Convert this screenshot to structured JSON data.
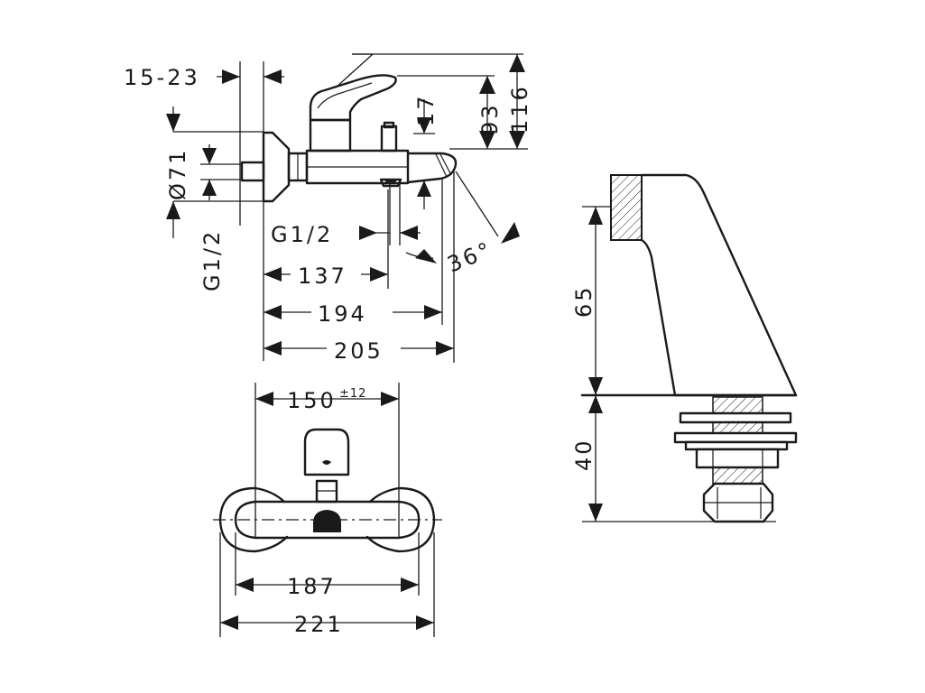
{
  "labels": {
    "d_15_23": "15-23",
    "d_71": "Ø71",
    "d_g12_left": "G1/2",
    "d_17": "17",
    "d_93": "93",
    "d_116": "116",
    "d_g12_spout": "G1/2",
    "d_36": "36°",
    "d_137": "137",
    "d_194": "194",
    "d_205": "205",
    "d_150": "150",
    "d_150_tol": "±12",
    "d_187": "187",
    "d_221": "221",
    "d_65": "65",
    "d_40": "40"
  },
  "colors": {
    "ink": "#1a1a1a",
    "paper": "#ffffff"
  }
}
